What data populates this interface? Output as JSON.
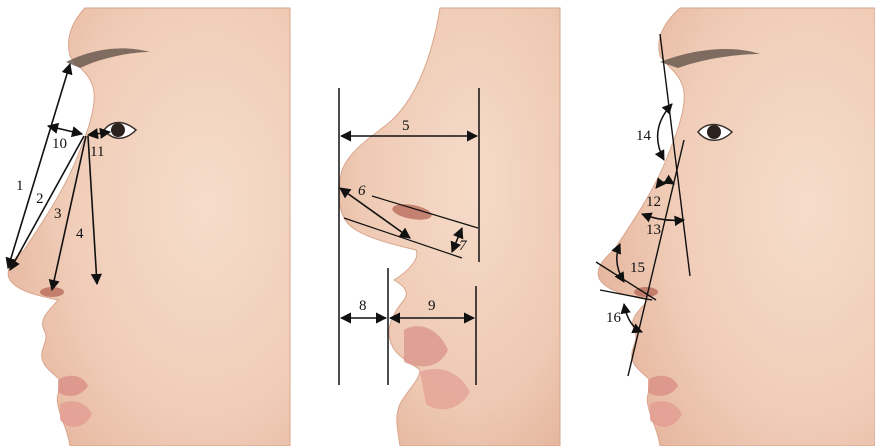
{
  "figure": {
    "panels": [
      {
        "id": "left",
        "labels": [
          "1",
          "2",
          "3",
          "4",
          "10",
          "11"
        ]
      },
      {
        "id": "middle",
        "labels": [
          "5",
          "6",
          "7",
          "8",
          "9"
        ]
      },
      {
        "id": "right",
        "labels": [
          "12",
          "13",
          "14",
          "15",
          "16"
        ]
      }
    ]
  },
  "colors": {
    "skin_light": "#f3d6c4",
    "skin_mid": "#e8bda4",
    "skin_shadow": "#d49a82",
    "lip": "#d98f86",
    "brow": "#6b5a50",
    "line": "#111111",
    "nostril": "#b0604e"
  },
  "icons": [
    "arrowhead"
  ]
}
